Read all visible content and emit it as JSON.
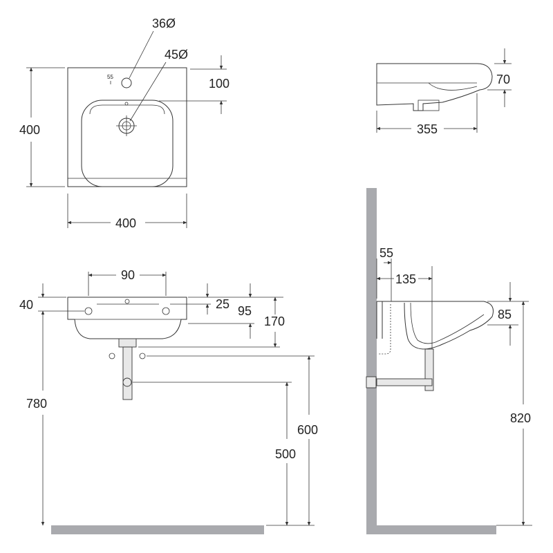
{
  "top_view": {
    "tap_hole_label": "36Ø",
    "drain_label": "45Ø",
    "tap_offset_label": "55",
    "depth_label": "400",
    "width_label": "400",
    "hole_distance_label": "100"
  },
  "side_view": {
    "height_label": "70",
    "length_label": "355"
  },
  "front_view": {
    "spacing_label": "90",
    "top_label": "40",
    "d25_label": "25",
    "d95_label": "95",
    "d170_label": "170",
    "h780_label": "780",
    "h600_label": "600",
    "h500_label": "500"
  },
  "section_view": {
    "d55_label": "55",
    "d135_label": "135",
    "d85_label": "85",
    "h820_label": "820"
  }
}
